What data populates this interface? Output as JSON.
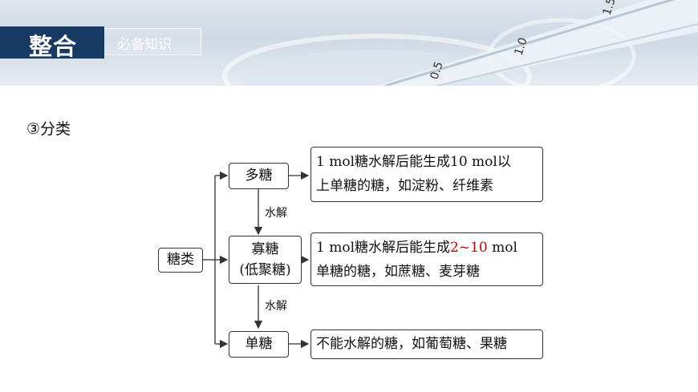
{
  "header": {
    "title": "整合",
    "subtitle": "必备知识"
  },
  "section": {
    "title": "③分类"
  },
  "diagram": {
    "root": "糖类",
    "nodes": [
      {
        "label": "多糖"
      },
      {
        "label_line1": "寡糖",
        "label_line2": "(低聚糖)"
      },
      {
        "label": "单糖"
      }
    ],
    "edges": [
      "水解",
      "水解"
    ],
    "descriptions": [
      {
        "line1": "1 mol糖水解后能生成10 mol以",
        "line2": "上单糖的糖，如淀粉、纤维素"
      },
      {
        "line1_prefix": "1 mol糖水解后能生成",
        "line1_highlight": "2~10",
        "line1_suffix": " mol",
        "line2": "单糖的糖，如蔗糖、麦芽糖"
      },
      {
        "line1": "不能水解的糖，如葡萄糖、果糖"
      }
    ],
    "colors": {
      "highlight": "#c00000",
      "banner": "#163a63"
    }
  }
}
